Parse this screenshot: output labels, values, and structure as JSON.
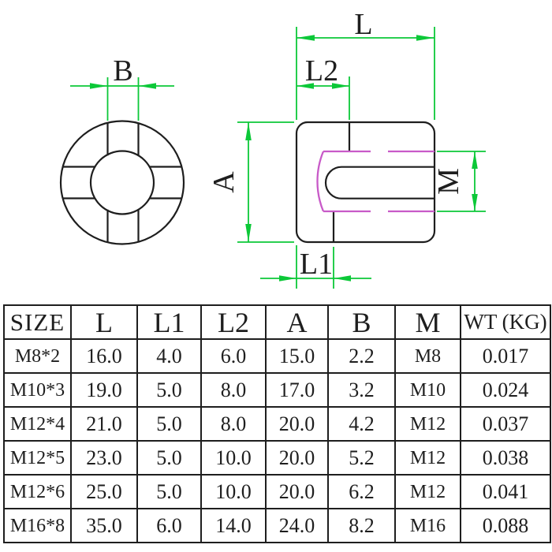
{
  "drawing": {
    "dims": {
      "B": "B",
      "L": "L",
      "L2": "L2",
      "A": "A",
      "M": "M",
      "L1": "L1"
    },
    "colors": {
      "dimension_green": "#0cc838",
      "thread_magenta": "#c85ac8",
      "outline_black": "#1e1e1e"
    }
  },
  "table": {
    "columns": [
      "SIZE",
      "L",
      "L1",
      "L2",
      "A",
      "B",
      "M",
      "WT (KG)"
    ],
    "rows": [
      [
        "M8*2",
        "16.0",
        "4.0",
        "6.0",
        "15.0",
        "2.2",
        "M8",
        "0.017"
      ],
      [
        "M10*3",
        "19.0",
        "5.0",
        "8.0",
        "17.0",
        "3.2",
        "M10",
        "0.024"
      ],
      [
        "M12*4",
        "21.0",
        "5.0",
        "8.0",
        "20.0",
        "4.2",
        "M12",
        "0.037"
      ],
      [
        "M12*5",
        "23.0",
        "5.0",
        "10.0",
        "20.0",
        "5.2",
        "M12",
        "0.038"
      ],
      [
        "M12*6",
        "25.0",
        "5.0",
        "10.0",
        "20.0",
        "6.2",
        "M12",
        "0.041"
      ],
      [
        "M16*8",
        "35.0",
        "6.0",
        "14.0",
        "24.0",
        "8.2",
        "M16",
        "0.088"
      ]
    ]
  }
}
